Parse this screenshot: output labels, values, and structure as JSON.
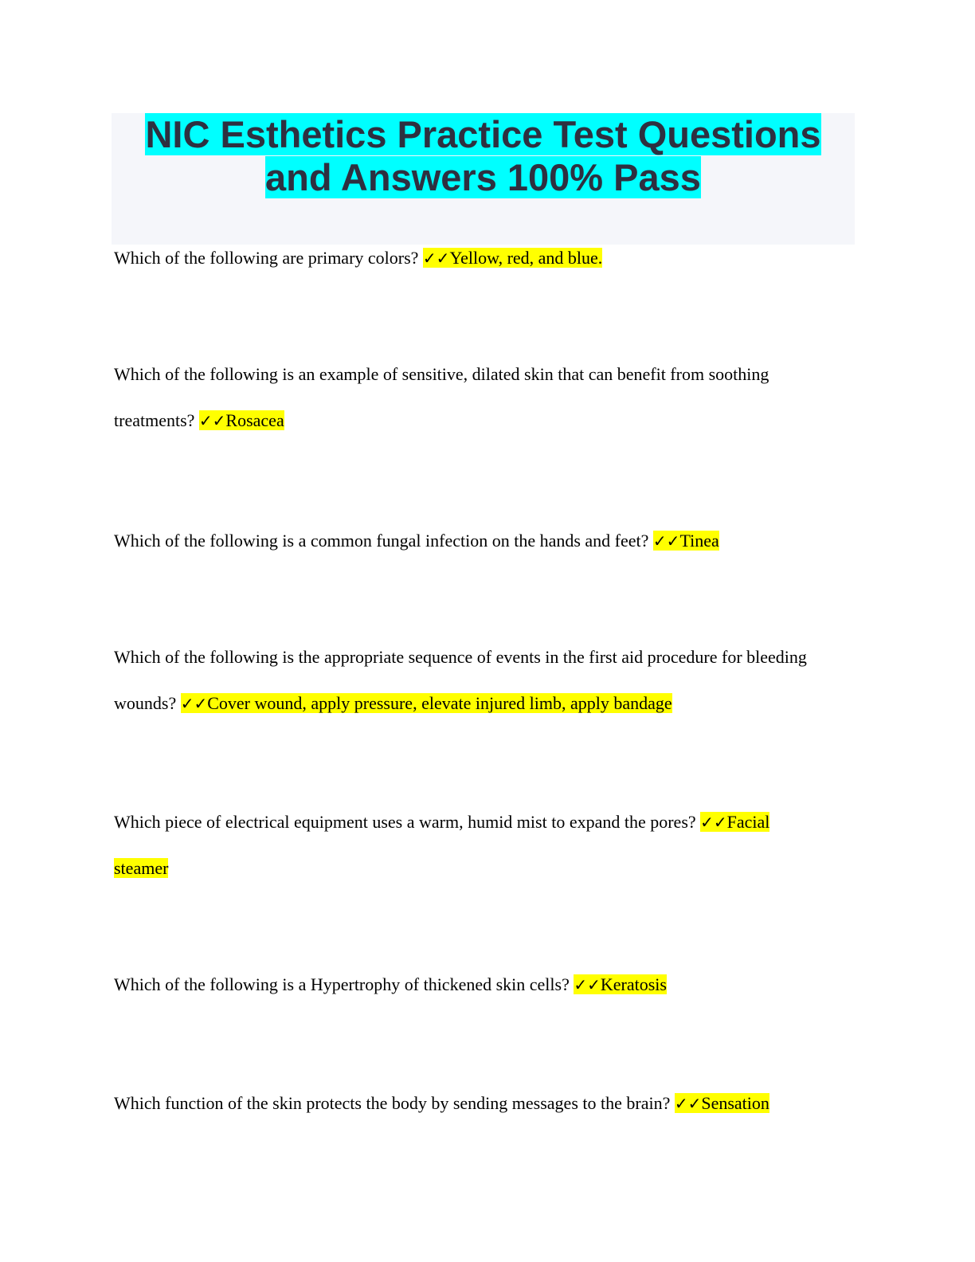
{
  "title": {
    "line1": "NIC Esthetics Practice Test Questions",
    "line2": "and Answers 100% Pass"
  },
  "check_mark": "✓✓",
  "items": [
    {
      "question": "Which of the following are primary colors?",
      "answer": "Yellow, red, and blue."
    },
    {
      "question": "Which of the following is an example of sensitive, dilated skin that can benefit from soothing treatments?",
      "answer": "Rosacea"
    },
    {
      "question": "Which of the following is a common fungal infection on the hands and feet?",
      "answer": "Tinea"
    },
    {
      "question": "Which of the following is the appropriate sequence of events in the first aid procedure for bleeding wounds?",
      "answer": "Cover wound, apply pressure, elevate injured limb, apply bandage"
    },
    {
      "question": "Which piece of electrical equipment uses a warm, humid mist to expand the pores?",
      "answer": "Facial steamer"
    },
    {
      "question": "Which of the following is a Hypertrophy of thickened skin cells?",
      "answer": "Keratosis"
    },
    {
      "question": "Which function of the skin protects the body by sending messages to the brain?",
      "answer": "Sensation"
    }
  ]
}
